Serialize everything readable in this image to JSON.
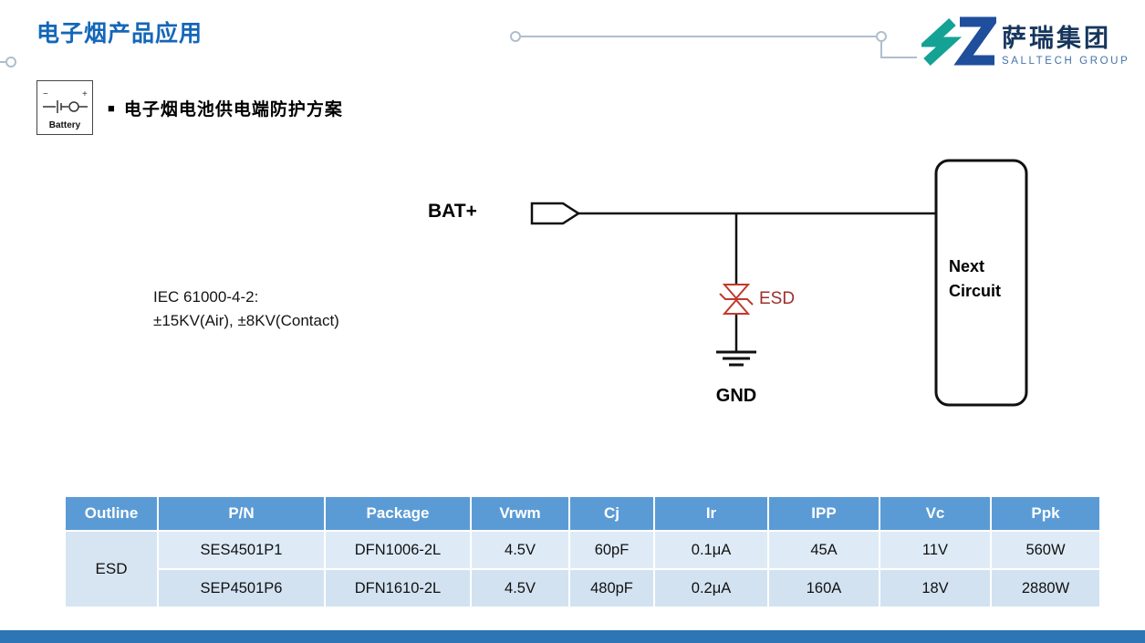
{
  "slide": {
    "title": "电子烟产品应用",
    "bullet": "■",
    "section_heading": "电子烟电池供电端防护方案"
  },
  "logo": {
    "name": "萨瑞集团",
    "subtitle": "SALLTECH GROUP"
  },
  "battery_icon": {
    "label": "Battery",
    "minus": "−",
    "plus": "+"
  },
  "circuit": {
    "bat_label": "BAT+",
    "esd_label": "ESD",
    "gnd_label": "GND",
    "next_circuit_line1": "Next",
    "next_circuit_line2": "Circuit",
    "iec_line1": "IEC 61000-4-2:",
    "iec_line2": "±15KV(Air), ±8KV(Contact)"
  },
  "table": {
    "headers": [
      "Outline",
      "P/N",
      "Package",
      "Vrwm",
      "Cj",
      "Ir",
      "IPP",
      "Vc",
      "Ppk"
    ],
    "outline_label": "ESD",
    "rows": [
      [
        "SES4501P1",
        "DFN1006-2L",
        "4.5V",
        "60pF",
        "0.1μA",
        "45A",
        "11V",
        "560W"
      ],
      [
        "SEP4501P6",
        "DFN1610-2L",
        "4.5V",
        "480pF",
        "0.2μA",
        "160A",
        "18V",
        "2880W"
      ]
    ]
  },
  "colors": {
    "title_blue": "#1467B8",
    "logo_teal": "#14A295",
    "logo_blue": "#1F4E9C",
    "logo_text": "#17365D",
    "table_header_bg": "#5B9BD5",
    "row_light": "#DEEBF7",
    "row_dark": "#D2E2F1",
    "cell_merged": "#D7E5F2",
    "bottom_bar": "#2E75B6",
    "esd_red": "#C0392B",
    "esd_label_red": "#9E2F2F",
    "deco_line": "#AEBECD"
  }
}
